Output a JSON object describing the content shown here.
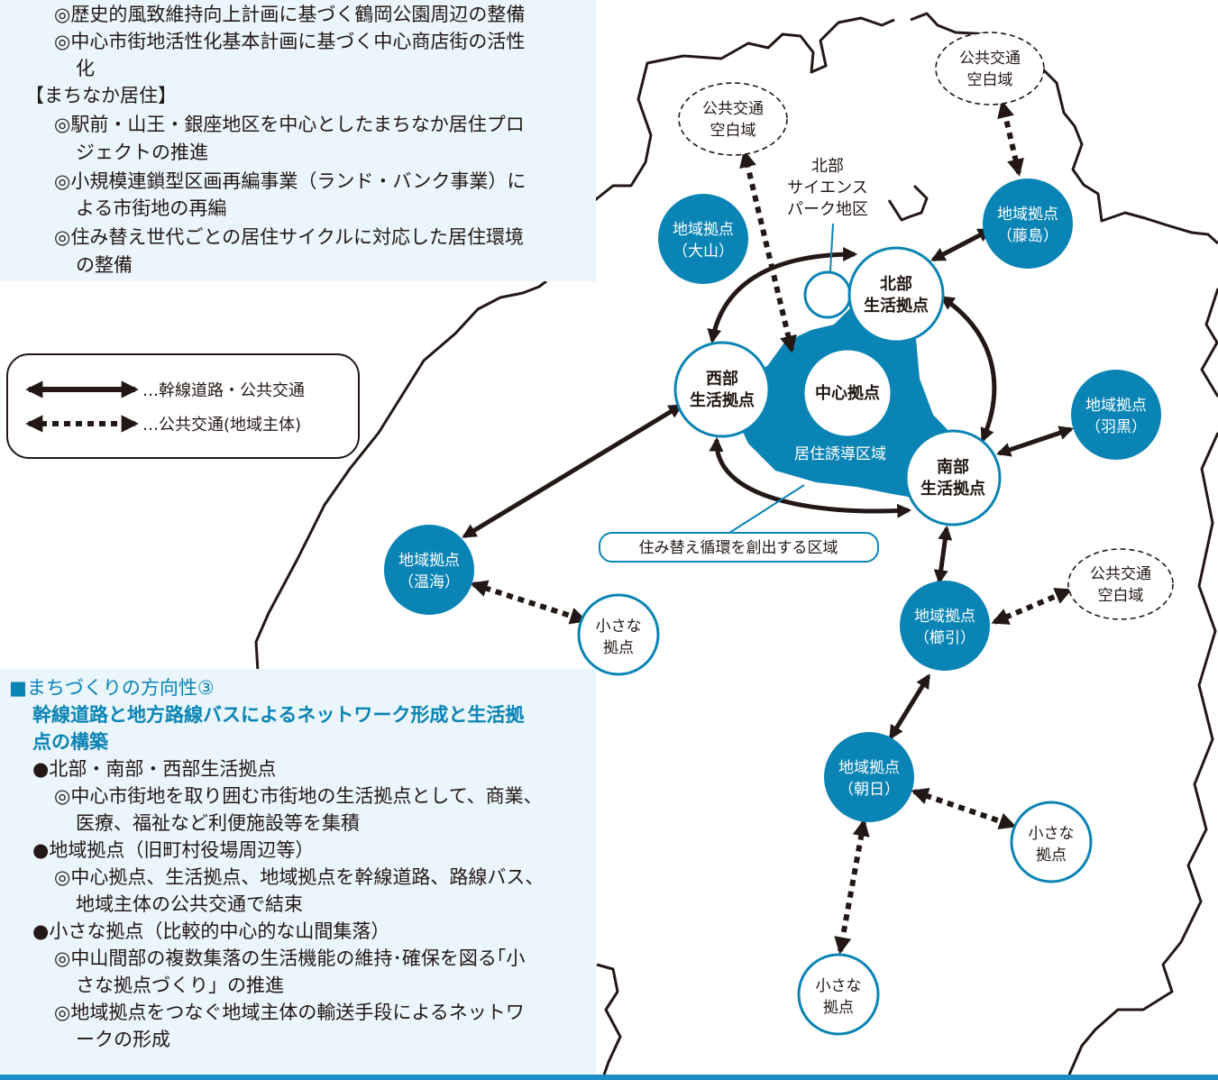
{
  "top_panel": {
    "lines": [
      "◎歴史的風致維持向上計画に基づく鶴岡公園周辺の整備",
      "◎中心市街地活性化基本計画に基づく中心商店街の活性",
      "化",
      "【まちなか居住】",
      "◎駅前・山王・銀座地区を中心としたまちなか居住プロ",
      "ジェクトの推進",
      "◎小規模連鎖型区画再編事業（ランド・バンク事業）に",
      "よる市街地の再編",
      "◎住み替え世代ごとの居住サイクルに対応した居住環境",
      "の整備"
    ]
  },
  "bottom_panel": {
    "heading": "■まちづくりの方向性③",
    "subheading_line1": "幹線道路と地方路線バスによるネットワーク形成と生活拠",
    "subheading_line2": "点の構築",
    "lines": [
      "●北部・南部・西部生活拠点",
      "◎中心市街地を取り囲む市街地の生活拠点として、商業、",
      "医療、福祉など利便施設等を集積",
      "●地域拠点（旧町村役場周辺等）",
      "◎中心拠点、生活拠点、地域拠点を幹線道路、路線バス、",
      "地域主体の公共交通で結束",
      "●小さな拠点（比較的中心的な山間集落）",
      "◎中山間部の複数集落の生活機能の維持･確保を図る｢小",
      "さな拠点づくり」の推進",
      "◎地域拠点をつなぐ地域主体の輸送手段によるネットワ",
      "ークの形成"
    ]
  },
  "legend": {
    "solid_label": "…幹線道路・公共交通",
    "dotted_label": "…公共交通(地域主体)"
  },
  "map": {
    "colors": {
      "accent": "#0a84b4",
      "line": "#231815",
      "white": "#ffffff",
      "panel": "#eaf5fc"
    },
    "center_hub": "中心拠点",
    "zone_label": "居住誘導区域",
    "relocation_zone_label": "住み替え循環を創出する区域",
    "science_park": {
      "line1": "北部",
      "line2": "サイエンス",
      "line3": "パーク地区"
    },
    "life_hubs": {
      "north": {
        "line1": "北部",
        "line2": "生活拠点"
      },
      "west": {
        "line1": "西部",
        "line2": "生活拠点"
      },
      "south": {
        "line1": "南部",
        "line2": "生活拠点"
      }
    },
    "regional_hubs": {
      "oyama": {
        "line1": "地域拠点",
        "line2": "（大山）"
      },
      "fujishima": {
        "line1": "地域拠点",
        "line2": "（藤島）"
      },
      "haguro": {
        "line1": "地域拠点",
        "line2": "（羽黒）"
      },
      "atsumi": {
        "line1": "地域拠点",
        "line2": "（温海）"
      },
      "kushibiki": {
        "line1": "地域拠点",
        "line2": "（櫛引）"
      },
      "asahi": {
        "line1": "地域拠点",
        "line2": "（朝日）"
      }
    },
    "small_hub": {
      "line1": "小さな",
      "line2": "拠点"
    },
    "transit_gap": {
      "line1": "公共交通",
      "line2": "空白域"
    }
  }
}
